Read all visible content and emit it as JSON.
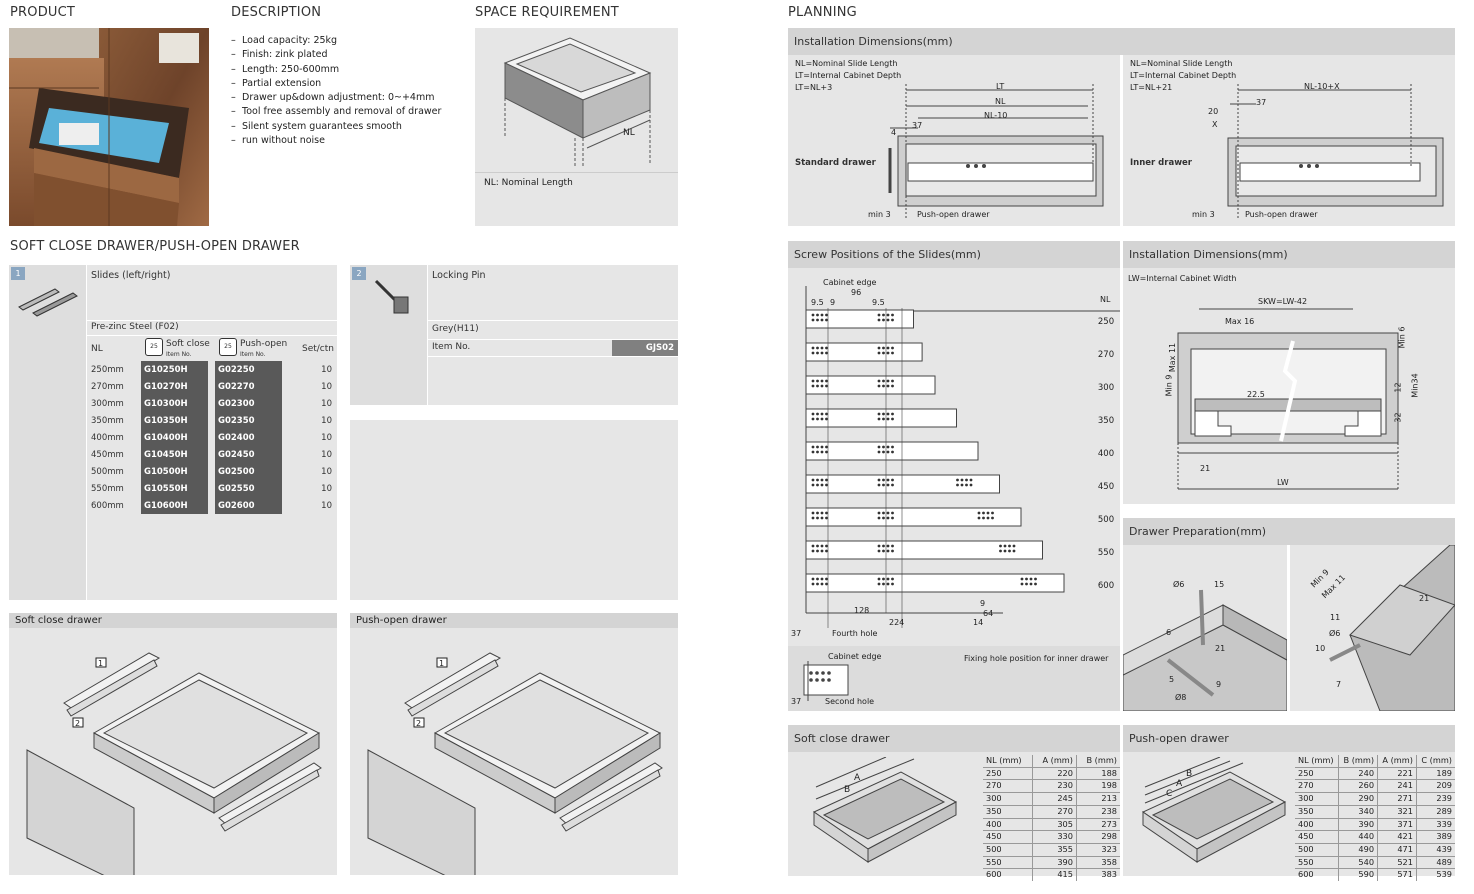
{
  "headers": {
    "product": "PRODUCT",
    "description": "DESCRIPTION",
    "space": "SPACE REQUIREMENT",
    "planning": "PLANNING",
    "soft_push": "SOFT CLOSE DRAWER/PUSH-OPEN DRAWER"
  },
  "description_items": [
    "Load capacity: 25kg",
    "Finish: zink plated",
    "Length: 250-600mm",
    "Partial extension",
    "Drawer up&down adjustment: 0~+4mm",
    "Tool free assembly and removal of drawer",
    "Silent system guarantees smooth",
    "run without noise"
  ],
  "space": {
    "nl_label": "NL",
    "caption": "NL: Nominal Length"
  },
  "slides": {
    "badge": "1",
    "title": "Slides (left/right)",
    "material": "Pre-zinc Steel (F02)",
    "col_nl": "NL",
    "col_soft": "Soft close",
    "col_push": "Push-open",
    "col_itemno": "Item No.",
    "col_set": "Set/ctn",
    "rows": [
      {
        "nl": "250mm",
        "soft": "G10250H",
        "push": "G02250",
        "set": "10"
      },
      {
        "nl": "270mm",
        "soft": "G10270H",
        "push": "G02270",
        "set": "10"
      },
      {
        "nl": "300mm",
        "soft": "G10300H",
        "push": "G02300",
        "set": "10"
      },
      {
        "nl": "350mm",
        "soft": "G10350H",
        "push": "G02350",
        "set": "10"
      },
      {
        "nl": "400mm",
        "soft": "G10400H",
        "push": "G02400",
        "set": "10"
      },
      {
        "nl": "450mm",
        "soft": "G10450H",
        "push": "G02450",
        "set": "10"
      },
      {
        "nl": "500mm",
        "soft": "G10500H",
        "push": "G02500",
        "set": "10"
      },
      {
        "nl": "550mm",
        "soft": "G10550H",
        "push": "G02550",
        "set": "10"
      },
      {
        "nl": "600mm",
        "soft": "G10600H",
        "push": "G02600",
        "set": "10"
      }
    ]
  },
  "pin": {
    "badge": "2",
    "title": "Locking Pin",
    "color": "Grey(H11)",
    "item_label": "Item No.",
    "item_code": "GJS02"
  },
  "soft_drawer_title": "Soft close drawer",
  "push_drawer_title": "Push-open drawer",
  "callouts": [
    "1",
    "2"
  ],
  "install_dims": {
    "title": "Installation Dimensions(mm)",
    "left": {
      "notes": [
        "NL=Nominal Slide Length",
        "LT=Internal Cabinet Depth",
        "LT=NL+3"
      ],
      "label": "Standard drawer",
      "dims": [
        "LT",
        "NL",
        "NL-10",
        "37",
        "4"
      ],
      "min": "min 3",
      "push": "Push-open drawer"
    },
    "right": {
      "notes": [
        "NL=Nominal Slide Length",
        "LT=Internal Cabinet Depth",
        "LT=NL+21"
      ],
      "label": "Inner drawer",
      "dims": [
        "NL-10+X",
        "37",
        "20",
        "X"
      ],
      "min": "min 3",
      "push": "Push-open drawer"
    }
  },
  "screw": {
    "title": "Screw Positions of the Slides(mm)",
    "cabinet_edge": "Cabinet edge",
    "top_dims": [
      "96",
      "9.5",
      "9",
      "9.5"
    ],
    "nl_header": "NL",
    "nl_values": [
      "250",
      "270",
      "300",
      "350",
      "400",
      "450",
      "500",
      "550",
      "600"
    ],
    "bottom_dims": [
      "128",
      "224",
      "9",
      "64",
      "14",
      "37"
    ],
    "fourth_hole": "Fourth hole",
    "inner_title": "Fixing hole position for inner drawer",
    "second_hole": "Second hole",
    "cabinet_edge2": "Cabinet edge",
    "dim37": "37"
  },
  "install_width": {
    "title": "Installation Dimensions(mm)",
    "note": "LW=Internal Cabinet Width",
    "skw": "SKW=LW-42",
    "labels": [
      "Max 16",
      "Min 6",
      "Max 11",
      "Min 9",
      "22.5",
      "12",
      "Min34",
      "32",
      "21",
      "LW"
    ]
  },
  "prep": {
    "title": "Drawer Preparation(mm)",
    "labels_left": [
      "Ø6",
      "15",
      "6",
      "21",
      "5",
      "9",
      "Ø8"
    ],
    "labels_right": [
      "Min 9",
      "Max 11",
      "21",
      "11",
      "Ø6",
      "10",
      "7"
    ]
  },
  "soft_table": {
    "title": "Soft close drawer",
    "cols": [
      "NL (mm)",
      "A (mm)",
      "B (mm)"
    ],
    "rows": [
      [
        "250",
        "220",
        "188"
      ],
      [
        "270",
        "230",
        "198"
      ],
      [
        "300",
        "245",
        "213"
      ],
      [
        "350",
        "270",
        "238"
      ],
      [
        "400",
        "305",
        "273"
      ],
      [
        "450",
        "330",
        "298"
      ],
      [
        "500",
        "355",
        "323"
      ],
      [
        "550",
        "390",
        "358"
      ],
      [
        "600",
        "415",
        "383"
      ]
    ],
    "fig_labels": [
      "A",
      "B"
    ]
  },
  "push_table": {
    "title": "Push-open drawer",
    "cols": [
      "NL (mm)",
      "B (mm)",
      "A (mm)",
      "C (mm)"
    ],
    "rows": [
      [
        "250",
        "240",
        "221",
        "189"
      ],
      [
        "270",
        "260",
        "241",
        "209"
      ],
      [
        "300",
        "290",
        "271",
        "239"
      ],
      [
        "350",
        "340",
        "321",
        "289"
      ],
      [
        "400",
        "390",
        "371",
        "339"
      ],
      [
        "450",
        "440",
        "421",
        "389"
      ],
      [
        "500",
        "490",
        "471",
        "439"
      ],
      [
        "550",
        "540",
        "521",
        "489"
      ],
      [
        "600",
        "590",
        "571",
        "539"
      ]
    ],
    "fig_labels": [
      "B",
      "A",
      "C"
    ]
  }
}
